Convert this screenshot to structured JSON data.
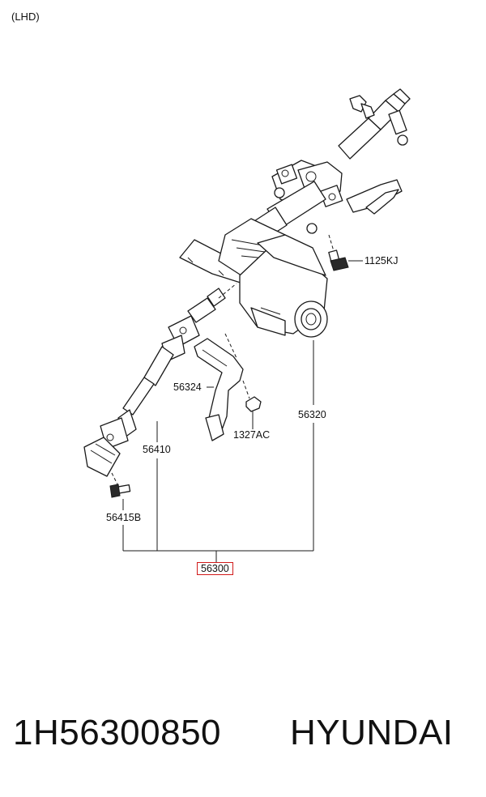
{
  "note": "(LHD)",
  "labels": {
    "p1125kj": "1125KJ",
    "p56324": "56324",
    "p56320": "56320",
    "p1327ac": "1327AC",
    "p56410": "56410",
    "p56415b": "56415B",
    "p56300": "56300"
  },
  "footer": {
    "part_number": "1H56300850",
    "brand": "HYUNDAI"
  },
  "colors": {
    "highlight_box": "#d11a1a"
  }
}
